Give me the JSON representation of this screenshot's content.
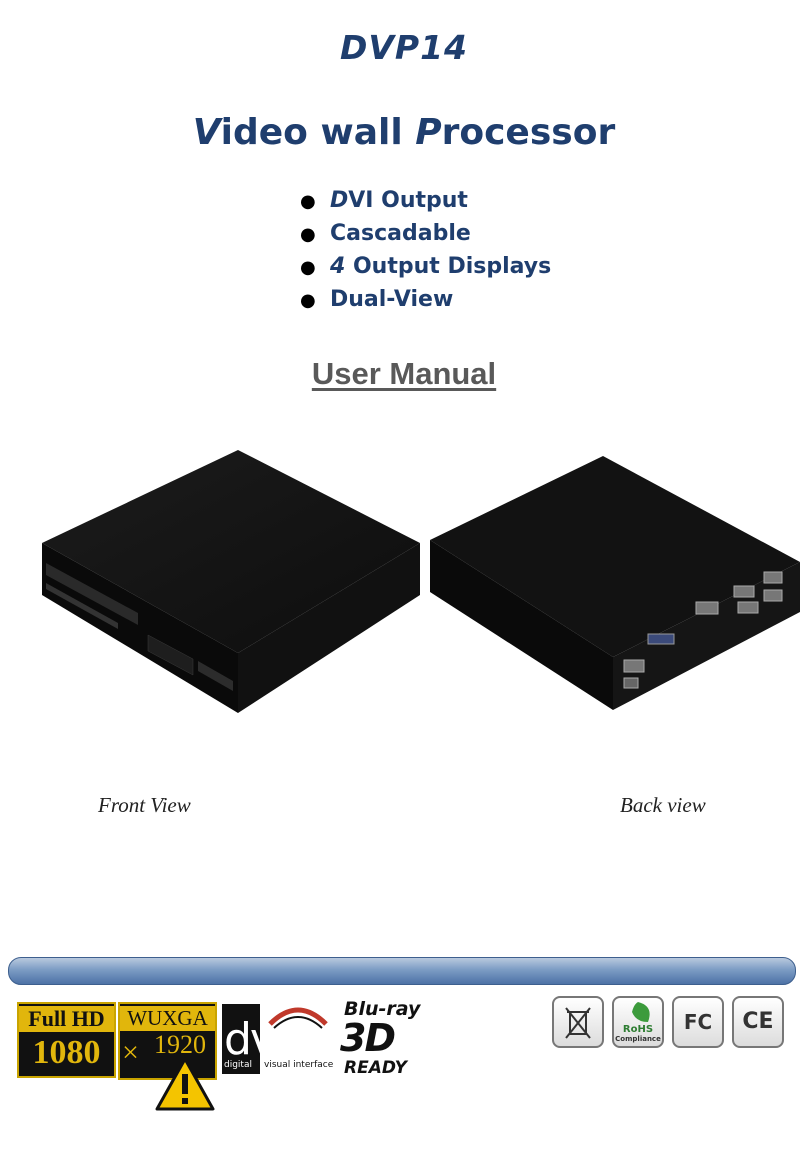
{
  "header": {
    "model": "DVP14",
    "title_cap1": "V",
    "title_rest1": "ideo wall ",
    "title_cap2": "P",
    "title_rest2": "rocessor"
  },
  "features": [
    {
      "ital": "D",
      "text": "VI Output"
    },
    {
      "ital": "",
      "text": "Cascadable"
    },
    {
      "ital": "4",
      "text": " Output Displays"
    },
    {
      "ital": "",
      "text": "Dual-View"
    }
  ],
  "manual_label": "User Manual",
  "captions": {
    "front": "Front View",
    "back": "Back view"
  },
  "logos": {
    "fullhd_top": "Full HD",
    "fullhd_bottom": "1080",
    "wuxga_top": "WUXGA",
    "wuxga_x": "×",
    "wuxga_num": "1920",
    "dvi_big": "dvi",
    "dvi_small1": "digital",
    "dvi_small2": "visual interface",
    "bluray_top": "Blu-ray",
    "bluray_mid": "3D",
    "bluray_bottom": "READY",
    "rohs": "RoHS",
    "rohs_sub": "Compliance",
    "fc": "FC",
    "ce": "CE"
  },
  "colors": {
    "title_blue": "#1f3e6e",
    "manual_gray": "#595959",
    "gold": "#e1b60c",
    "bar_blue": "#4d72a6"
  },
  "icons": [
    "weee-bin-icon",
    "rohs-leaf-icon",
    "warning-icon"
  ]
}
